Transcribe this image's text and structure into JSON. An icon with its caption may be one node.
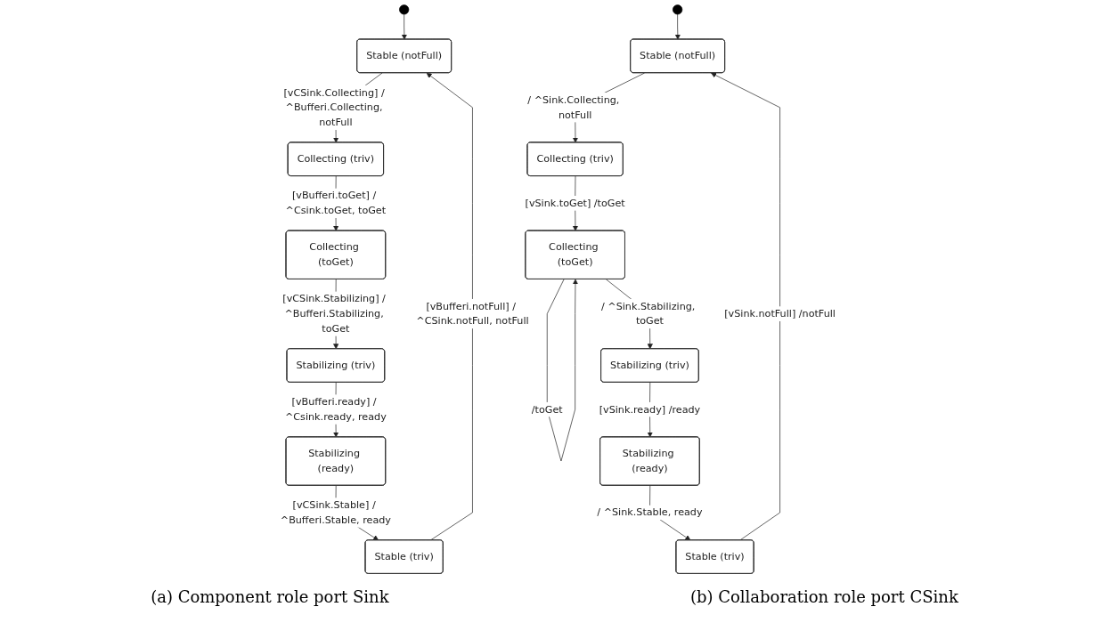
{
  "diagram": {
    "nodes": [
      {
        "text": [],
        "shape": "circle"
      },
      {
        "text": [
          "Stable (triv)"
        ]
      },
      {
        "text": [
          "Stable (notFull)"
        ]
      },
      {
        "text": [
          "Stabilizing (ready)"
        ]
      },
      {
        "text": [
          "Collecting (triv)"
        ]
      },
      {
        "text": [
          "Stabilizing (triv)"
        ]
      },
      {
        "text": [
          "Collecting (toGet)"
        ]
      },
      {
        "text": [],
        "shape": "circle"
      },
      {
        "text": [
          "Stable (triv)"
        ]
      },
      {
        "text": [
          "Stable (notFull)"
        ]
      },
      {
        "text": [
          "Stabilizing (ready)"
        ]
      },
      {
        "text": [
          "Collecting (triv)"
        ]
      },
      {
        "text": [
          "Stabilizing (triv)"
        ]
      },
      {
        "text": [
          "Collecting (toGet)"
        ]
      }
    ],
    "edges": [
      {
        "from": 0,
        "to": 2,
        "arrow": "to"
      },
      {
        "from": 1,
        "to": 2,
        "arrow": "to",
        "label": "[vBufferi.notFull] / ^CSink.notFull, notFull"
      },
      {
        "from": 2,
        "to": 4,
        "arrow": "to",
        "label": "[vCSink.Collecting] / ^Bufferi.Collecting, notFull"
      },
      {
        "from": 4,
        "to": 6,
        "arrow": "to",
        "label": "[vBufferi.toGet] / ^Csink.toGet, toGet"
      },
      {
        "from": 6,
        "to": 5,
        "arrow": "to",
        "label": "[vCSink.Stabilizing] / ^Bufferi.Stabilizing, toGet"
      },
      {
        "from": 5,
        "to": 3,
        "arrow": "to",
        "label": "[vBufferi.ready] / ^Csink.ready, ready"
      },
      {
        "from": 3,
        "to": 1,
        "arrow": "to",
        "label": "[vCSink.Stable] / ^Bufferi.Stable, ready"
      },
      {
        "from": 7,
        "to": 9,
        "arrow": "to"
      },
      {
        "from": 8,
        "to": 9,
        "arrow": "to",
        "label": "[vSink.notFull] /notFull"
      },
      {
        "from": 9,
        "to": 11,
        "arrow": "to",
        "label": "/ ^Sink.Collecting, notFull"
      },
      {
        "from": 11,
        "to": 13,
        "arrow": "to",
        "label": "[vSink.toGet] /toGet"
      },
      {
        "from": 13,
        "to": 13,
        "arrow": "to",
        "label": "/toGet"
      },
      {
        "from": 13,
        "to": 12,
        "arrow": "to",
        "label": "/ ^Sink.Stabilizing, toGet"
      },
      {
        "from": 12,
        "to": 10,
        "arrow": "to",
        "label": "[vSink.ready] /ready"
      },
      {
        "from": 10,
        "to": 8,
        "arrow": "to",
        "label": "/ ^Sink.Stable, ready"
      }
    ],
    "labels": [
      "(a) Component role port Sink",
      "(b) Collaboration role port CSink"
    ]
  }
}
